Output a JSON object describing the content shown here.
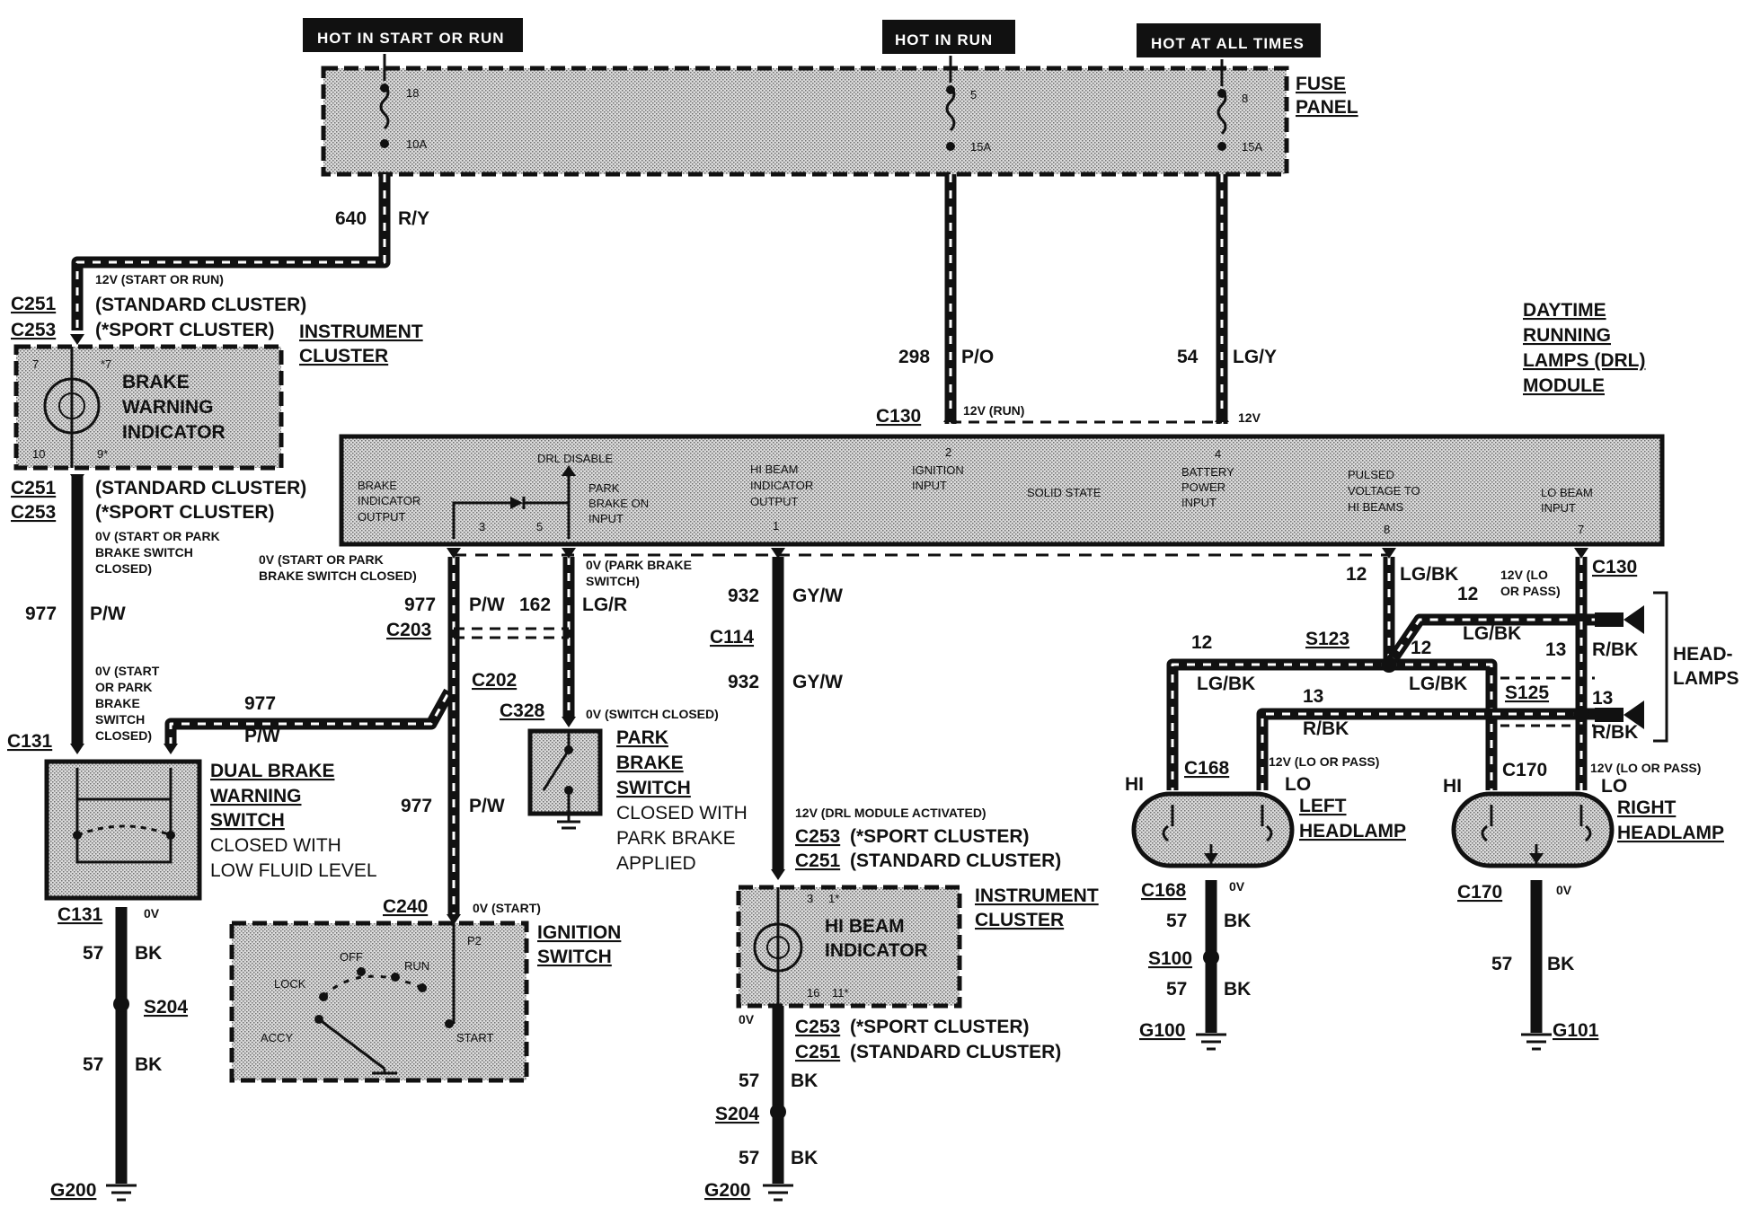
{
  "top_bars": [
    {
      "id": "start_run",
      "label": "HOT IN START OR RUN"
    },
    {
      "id": "run",
      "label": "HOT IN RUN"
    },
    {
      "id": "all_times",
      "label": "HOT AT ALL TIMES"
    }
  ],
  "fuse_panel": {
    "title_1": "FUSE",
    "title_2": "PANEL",
    "fuses": [
      {
        "num": "18",
        "rating": "10A"
      },
      {
        "num": "5",
        "rating": "15A"
      },
      {
        "num": "8",
        "rating": "15A"
      }
    ]
  },
  "wires": {
    "w640": {
      "num": "640",
      "color": "R/Y"
    },
    "w298": {
      "num": "298",
      "color": "P/O"
    },
    "w54": {
      "num": "54",
      "color": "LG/Y"
    },
    "w977a": {
      "num": "977",
      "color": "P/W"
    },
    "w977b": {
      "num": "977",
      "color": "P/W"
    },
    "w977c": {
      "num": "977",
      "color": "P/W"
    },
    "w977d": {
      "num": "977",
      "color": "P/W"
    },
    "w162": {
      "num": "162",
      "color": "LG/R"
    },
    "w932a": {
      "num": "932",
      "color": "GY/W"
    },
    "w932b": {
      "num": "932",
      "color": "GY/W"
    },
    "w57a": {
      "num": "57",
      "color": "BK"
    },
    "w57b": {
      "num": "57",
      "color": "BK"
    },
    "w57c": {
      "num": "57",
      "color": "BK"
    },
    "w57d": {
      "num": "57",
      "color": "BK"
    },
    "w57e": {
      "num": "57",
      "color": "BK"
    },
    "w57f": {
      "num": "57",
      "color": "BK"
    },
    "w57g": {
      "num": "57",
      "color": "BK"
    },
    "w12a": {
      "num": "12",
      "color": "LG/BK"
    },
    "w12b": {
      "num": "12",
      "color": "LG/BK"
    },
    "w12c": {
      "num": "12",
      "color": "LG/BK"
    },
    "w12d": {
      "num": "12",
      "color": "LG/BK"
    },
    "w13a": {
      "num": "13",
      "color": "R/BK"
    },
    "w13b": {
      "num": "13",
      "color": "R/BK"
    },
    "w13c": {
      "num": "13",
      "color": "R/BK"
    }
  },
  "connectors": {
    "c251": "C251",
    "c253": "C253",
    "c130": "C130",
    "c203": "C203",
    "c202": "C202",
    "c328": "C328",
    "c114": "C114",
    "c131": "C131",
    "c240": "C240",
    "c168": "C168",
    "c170": "C170",
    "s123": "S123",
    "s125": "S125",
    "s204": "S204",
    "s100": "S100",
    "g200": "G200",
    "g100": "G100",
    "g101": "G101"
  },
  "notes": {
    "v12_start_run": "12V (START OR RUN)",
    "std_cluster": "(STANDARD CLUSTER)",
    "sport_cluster": "(*SPORT CLUSTER)",
    "v0_start_park": "0V (START OR PARK",
    "brake_switch_closed": "BRAKE SWITCH",
    "closed": "CLOSED)",
    "v0_start_park_brake_closed_1": "0V (START OR PARK",
    "v0_start_park_brake_closed_2": "BRAKE SWITCH CLOSED)",
    "v0_park_brake_1": "0V (PARK BRAKE",
    "v0_park_brake_2": "SWITCH)",
    "v0_start_1": "0V (START",
    "v0_start_2": "OR PARK",
    "v0_start_3": "BRAKE",
    "v0_start_4": "SWITCH",
    "v0_start_5": "CLOSED)",
    "v0_switch_closed": "0V (SWITCH CLOSED)",
    "v12_run": "12V (RUN)",
    "v12": "12V",
    "v12_lo_pass_1": "12V (LO",
    "v12_lo_pass_2": "OR PASS)",
    "v12_lo_or_pass": "12V (LO OR PASS)",
    "v12_drl_activated": "12V (DRL MODULE ACTIVATED)",
    "sport_cluster_star": "(*SPORT CLUSTER)",
    "v0": "0V",
    "v0_start": "0V (START)"
  },
  "components": {
    "instrument_cluster_1": "INSTRUMENT",
    "instrument_cluster_2": "CLUSTER",
    "brake_warning_1": "BRAKE",
    "brake_warning_2": "WARNING",
    "brake_warning_3": "INDICATOR",
    "drl_1": "DAYTIME",
    "drl_2": "RUNNING",
    "drl_3": "LAMPS (DRL)",
    "drl_4": "MODULE",
    "dual_brake_1": "DUAL BRAKE",
    "dual_brake_2": "WARNING",
    "dual_brake_3": "SWITCH",
    "dual_brake_4": "CLOSED WITH",
    "dual_brake_5": "LOW FLUID LEVEL",
    "park_brake_1": "PARK",
    "park_brake_2": "BRAKE",
    "park_brake_3": "SWITCH",
    "park_brake_4": "CLOSED WITH",
    "park_brake_5": "PARK BRAKE",
    "park_brake_6": "APPLIED",
    "ignition_1": "IGNITION",
    "ignition_2": "SWITCH",
    "hi_beam_1": "HI BEAM",
    "hi_beam_2": "INDICATOR",
    "headlamps_1": "HEAD-",
    "headlamps_2": "LAMPS",
    "left_1": "LEFT",
    "left_2": "HEADLAMP",
    "right_1": "RIGHT",
    "right_2": "HEADLAMP",
    "hi": "HI",
    "lo": "LO"
  },
  "drl_module": {
    "brake_output_1": "BRAKE",
    "brake_output_2": "INDICATOR",
    "brake_output_3": "OUTPUT",
    "drl_disable": "DRL DISABLE",
    "park_brake_1": "PARK",
    "park_brake_2": "BRAKE ON",
    "park_brake_3": "INPUT",
    "hi_beam_out_1": "HI BEAM",
    "hi_beam_out_2": "INDICATOR",
    "hi_beam_out_3": "OUTPUT",
    "ign_1": "IGNITION",
    "ign_2": "INPUT",
    "solid_state": "SOLID STATE",
    "batt_1": "BATTERY",
    "batt_2": "POWER",
    "batt_3": "INPUT",
    "pulsed_1": "PULSED",
    "pulsed_2": "VOLTAGE TO",
    "pulsed_3": "HI BEAMS",
    "lo_1": "LO BEAM",
    "lo_2": "INPUT",
    "pins": {
      "p3": "3",
      "p5": "5",
      "p1": "1",
      "p2": "2",
      "p4": "4",
      "p8": "8",
      "p7": "7"
    }
  },
  "ignition": {
    "lock": "LOCK",
    "off": "OFF",
    "run": "RUN",
    "accy": "ACCY",
    "start": "START",
    "p2": "P2"
  },
  "pins": {
    "p7a": "7",
    "p7b": "*7",
    "p10": "10",
    "p9": "9*",
    "p3": "3",
    "p1": "1*",
    "p16": "16",
    "p11": "11*"
  }
}
